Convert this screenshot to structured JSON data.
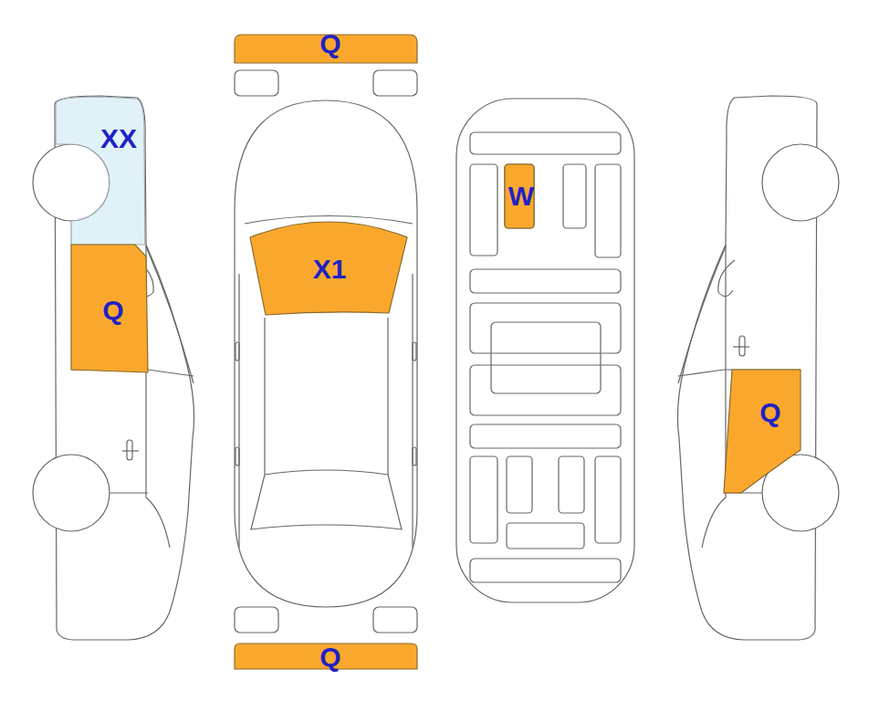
{
  "diagram": {
    "nodes": [
      {
        "text": [
          "Q"
        ]
      },
      {
        "text": [
          "XX"
        ]
      },
      {
        "text": [
          "W"
        ]
      },
      {
        "text": [
          "X1"
        ]
      },
      {
        "text": [
          "Q"
        ]
      },
      {
        "text": [
          "Q"
        ]
      },
      {
        "text": [
          "Q"
        ]
      }
    ]
  }
}
